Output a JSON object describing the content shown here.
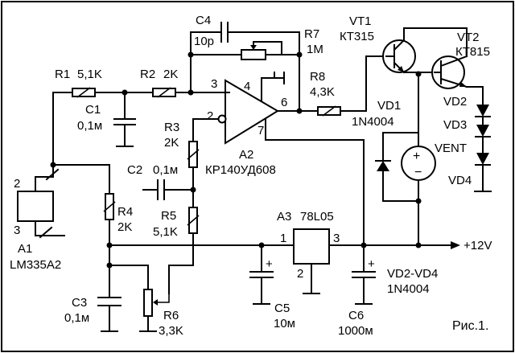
{
  "figure": {
    "caption": "Рис.1.",
    "supply": "+12V"
  },
  "components": {
    "R1": {
      "ref": "R1",
      "value": "5,1K"
    },
    "R2": {
      "ref": "R2",
      "value": "2K"
    },
    "R3": {
      "ref": "R3",
      "value": "2K"
    },
    "R4": {
      "ref": "R4",
      "value": "2K"
    },
    "R5": {
      "ref": "R5",
      "value": "5,1K"
    },
    "R6": {
      "ref": "R6",
      "value": "3,3K"
    },
    "R7": {
      "ref": "R7",
      "value": "1M"
    },
    "R8": {
      "ref": "R8",
      "value": "4,3K"
    },
    "C1": {
      "ref": "C1",
      "value": "0,1м"
    },
    "C2": {
      "ref": "C2",
      "value": "0,1м"
    },
    "C3": {
      "ref": "C3",
      "value": "0,1м"
    },
    "C4": {
      "ref": "C4",
      "value": "10p"
    },
    "C5": {
      "ref": "C5",
      "value": "10м"
    },
    "C6": {
      "ref": "C6",
      "value": "1000м"
    },
    "A1": {
      "ref": "A1",
      "value": "LM335A2"
    },
    "A2": {
      "ref": "A2",
      "value": "КР140УД608"
    },
    "A3": {
      "ref": "A3",
      "value": "78L05"
    },
    "VT1": {
      "ref": "VT1",
      "value": "КТ315"
    },
    "VT2": {
      "ref": "VT2",
      "value": "КТ815"
    },
    "VD1": {
      "ref": "VD1",
      "value": "1N4004"
    },
    "VD2": {
      "ref": "VD2"
    },
    "VD3": {
      "ref": "VD3"
    },
    "VD4": {
      "ref": "VD4"
    },
    "VD2_VD4": {
      "ref": "VD2-VD4",
      "value": "1N4004"
    },
    "VENT": {
      "ref": "VENT"
    }
  },
  "pins": {
    "a1_2": "2",
    "a1_3": "3",
    "a2_2": "2",
    "a2_3": "3",
    "a2_4": "4",
    "a2_6": "6",
    "a2_7": "7",
    "a3_1": "1",
    "a3_2": "2",
    "a3_3": "3"
  },
  "symbols": {
    "electrolytic_plus": "+",
    "fan_plus": "+",
    "fan_minus": "−"
  }
}
